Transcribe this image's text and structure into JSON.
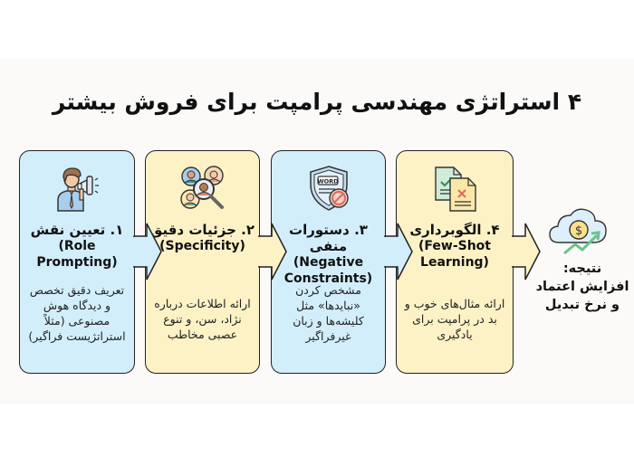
{
  "title": "۴ استراتژی مهندسی پرامپت برای فروش بیشتر",
  "colors": {
    "blue_card": "#d3eefb",
    "yellow_card": "#fcf2c6",
    "border": "#222222",
    "background": "#fbfaf9"
  },
  "steps": [
    {
      "number_title": "۱. تعیین نقش",
      "english": "(Role Prompting)",
      "english_line1": "(Role",
      "english_line2": "Prompting)",
      "description": "تعریف دقیق تخصص و دیدگاه هوش مصنوعی (مثلاً استراتژیست فراگیر)",
      "icon": "person-megaphone-icon",
      "color": "blue"
    },
    {
      "number_title": "۲. جزئیات دقیق",
      "english": "(Specificity)",
      "english_line1": "(Specificity)",
      "english_line2": "",
      "description": "ارائه اطلاعات درباره نژاد، سن، و تنوع عصبی مخاطب",
      "icon": "audience-magnifier-icon",
      "color": "yellow"
    },
    {
      "number_title": "۳. دستورات منفی",
      "english": "(Negative Constraints)",
      "english_line1": "(Negative",
      "english_line2": "Constraints)",
      "description": "مشخص کردن «نبایدها» مثل کلیشه‌ها و زبان غیرفراگیر",
      "icon": "shield-word-prohibited-icon",
      "color": "blue"
    },
    {
      "number_title": "۴. الگوبرداری",
      "english": "(Few-Shot Learning)",
      "english_line1": "(Few-Shot",
      "english_line2": "Learning)",
      "description": "ارائه مثال‌های خوب و بد در پرامپت برای یادگیری",
      "icon": "documents-check-cross-icon",
      "color": "yellow"
    }
  ],
  "result": {
    "label": "نتیجه:",
    "line1": "افزایش اعتماد",
    "line2": "و نرخ تبدیل",
    "icon": "cloud-dollar-growth-icon"
  }
}
